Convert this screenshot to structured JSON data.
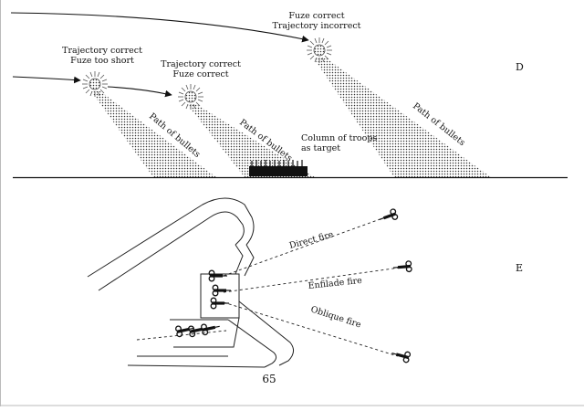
{
  "panel_d": {
    "letter": "D",
    "bursts": [
      {
        "line1": "Trajectory correct",
        "line2": "Fuze too short"
      },
      {
        "line1": "Trajectory correct",
        "line2": "Fuze correct"
      },
      {
        "line1": "Fuze correct",
        "line2": "Trajectory incorrect"
      }
    ],
    "path_labels": [
      "Path of bullets",
      "Path of bullets",
      "Path of bullets"
    ],
    "target_line1": "Column of troops",
    "target_line2": "as target"
  },
  "panel_e": {
    "letter": "E",
    "fire_labels": [
      "Direct fire",
      "Enfilade fire",
      "Oblique fire"
    ]
  },
  "page_number": "65"
}
